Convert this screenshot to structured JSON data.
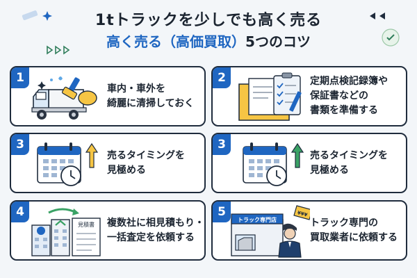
{
  "header": {
    "title_line1": "1tトラックを少しでも高く売る",
    "title_line2_accent": "高く売る（高価買取）",
    "title_line2_rest": "5つのコツ"
  },
  "cards": [
    {
      "number": "1",
      "lines": [
        "車内・車外を",
        "綺麗に清掃しておく"
      ],
      "icon": "truck-cleaning-icon"
    },
    {
      "number": "2",
      "lines": [
        "定期点検記録簿や",
        "保証書などの",
        "書類を準備する"
      ],
      "icon": "documents-folder-icon"
    },
    {
      "number": "3",
      "lines": [
        "売るタイミングを",
        "見極める"
      ],
      "icon": "calendar-clock-icon"
    },
    {
      "number": "3",
      "lines": [
        "売るタイミングを",
        "見極める"
      ],
      "icon": "calendar-clock-icon"
    },
    {
      "number": "4",
      "lines": [
        "複数社に相見積もり・",
        "一括査定を依頼する"
      ],
      "icon": "compare-buildings-icon",
      "illus_texts": [
        "見積書"
      ]
    },
    {
      "number": "5",
      "lines": [
        "トラック専門の",
        "買取業者に依頼する"
      ],
      "icon": "truck-shop-icon",
      "illus_texts": [
        "トラック専門店",
        "¥¥¥"
      ]
    }
  ],
  "colors": {
    "accent": "#1f66c1",
    "dark": "#1f2c3d",
    "background": "#f3f6f9",
    "yellow": "#f6c544"
  }
}
